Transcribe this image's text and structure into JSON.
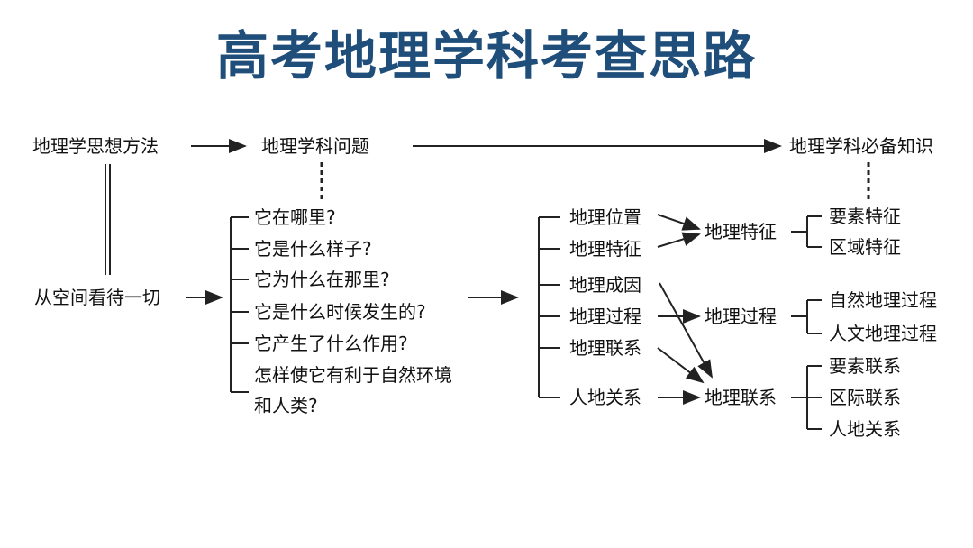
{
  "title": "高考地理学科考查思路",
  "top": {
    "method": "地理学思想方法",
    "problem": "地理学科问题",
    "knowledge": "地理学科必备知识"
  },
  "spatial": "从空间看待一切",
  "questions": [
    "它在哪里?",
    "它是什么样子?",
    "它为什么在那里?",
    "它是什么时候发生的?",
    "它产生了什么作用?",
    "怎样使它有利于自然环境和人类?"
  ],
  "basics": [
    "地理位置",
    "地理特征",
    "地理成因",
    "地理过程",
    "地理联系",
    "人地关系"
  ],
  "groups": [
    {
      "label": "地理特征",
      "subs": [
        "要素特征",
        "区域特征"
      ]
    },
    {
      "label": "地理过程",
      "subs": [
        "自然地理过程",
        "人文地理过程"
      ]
    },
    {
      "label": "地理联系",
      "subs": [
        "要素联系",
        "区际联系",
        "人地关系"
      ]
    }
  ]
}
